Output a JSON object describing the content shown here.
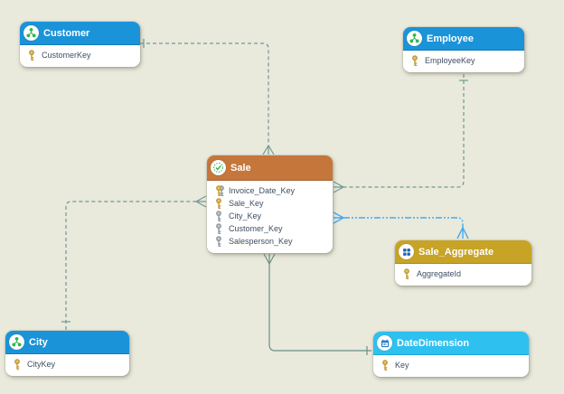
{
  "canvas": {
    "background": "#e9e9dc"
  },
  "tables": {
    "customer": {
      "title": "Customer",
      "header_color": "#1b93d8",
      "icon": "branch-icon",
      "columns": [
        {
          "name": "CustomerKey",
          "key": "gold"
        }
      ]
    },
    "employee": {
      "title": "Employee",
      "header_color": "#1b93d8",
      "icon": "branch-icon",
      "columns": [
        {
          "name": "EmployeeKey",
          "key": "gold"
        }
      ]
    },
    "sale": {
      "title": "Sale",
      "header_color": "#c4763b",
      "icon": "check-icon",
      "columns": [
        {
          "name": "Invoice_Date_Key",
          "key": "gold+gray"
        },
        {
          "name": "Sale_Key",
          "key": "gold"
        },
        {
          "name": "City_Key",
          "key": "gray"
        },
        {
          "name": "Customer_Key",
          "key": "gray"
        },
        {
          "name": "Salesperson_Key",
          "key": "gray"
        }
      ]
    },
    "sale_aggregate": {
      "title": "Sale_Aggregate",
      "header_color": "#c7a326",
      "icon": "grid-icon",
      "columns": [
        {
          "name": "AggregateId",
          "key": "gold"
        }
      ]
    },
    "city": {
      "title": "City",
      "header_color": "#1b93d8",
      "icon": "branch-icon",
      "columns": [
        {
          "name": "CityKey",
          "key": "gold"
        }
      ]
    },
    "datedimension": {
      "title": "DateDimension",
      "header_color": "#2ec0ef",
      "icon": "calendar-icon",
      "columns": [
        {
          "name": "Key",
          "key": "gold"
        }
      ]
    }
  },
  "relations": [
    {
      "from": "Customer",
      "to": "Sale",
      "line": "dashed",
      "color": "#6e9b93",
      "from_marker": "one-tick",
      "to_marker": "crow-foot"
    },
    {
      "from": "Employee",
      "to": "Sale",
      "line": "dashed",
      "color": "#6e9b93",
      "from_marker": "one-tick",
      "to_marker": "crow-foot"
    },
    {
      "from": "City",
      "to": "Sale",
      "line": "dashed",
      "color": "#6e9b93",
      "from_marker": "one-tick",
      "to_marker": "crow-foot"
    },
    {
      "from": "Sale",
      "to": "Sale_Aggregate",
      "line": "dash-dot",
      "color": "#47a9ee",
      "from_marker": "crow-foot",
      "to_marker": "crow-foot"
    },
    {
      "from": "Sale",
      "to": "DateDimension",
      "line": "solid",
      "color": "#69908a",
      "from_marker": "crow-foot",
      "to_marker": "one-tick"
    }
  ]
}
